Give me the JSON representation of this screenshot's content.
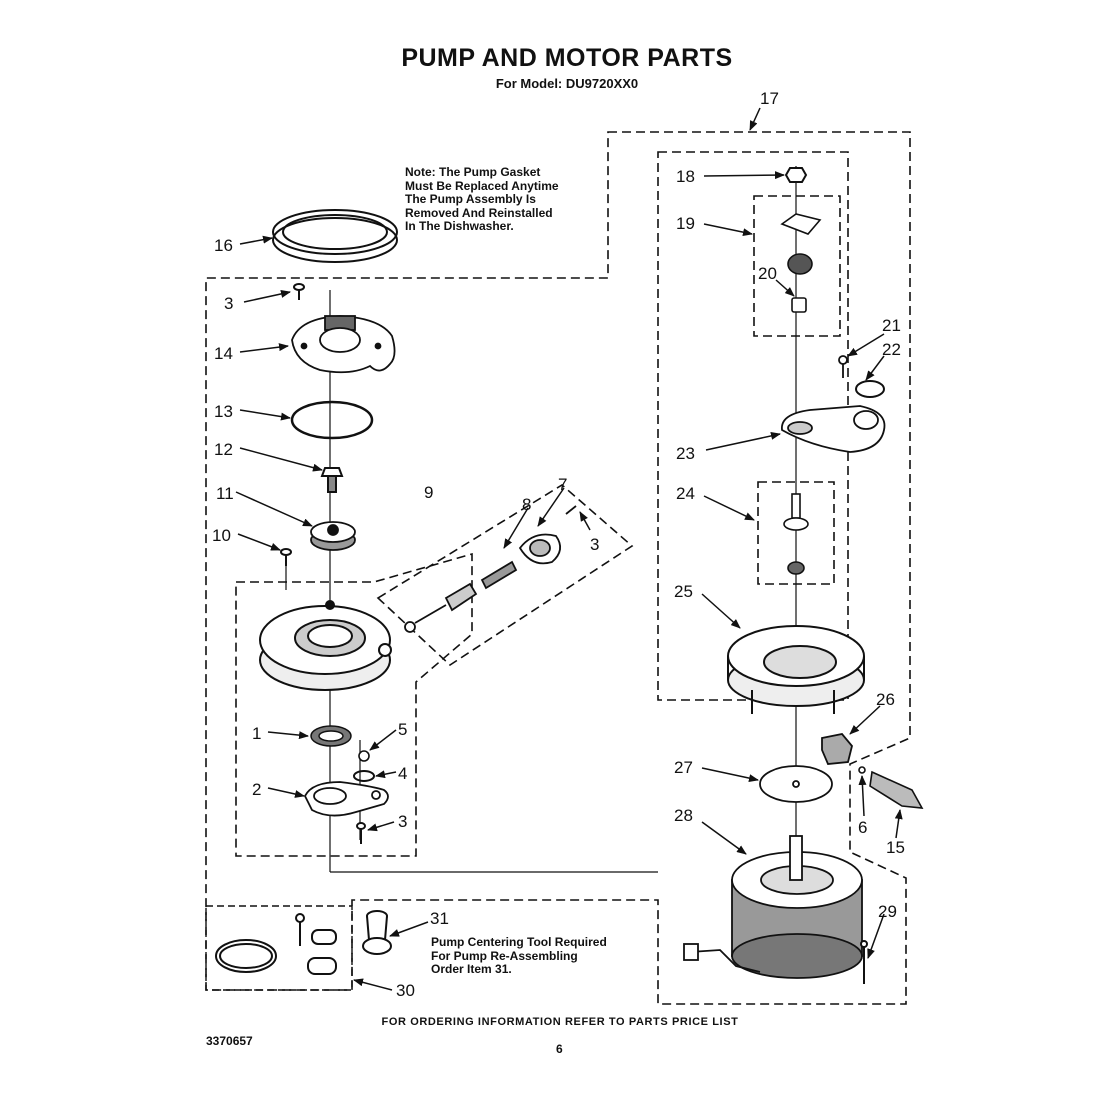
{
  "header": {
    "title": "PUMP AND MOTOR PARTS",
    "subtitle": "For Model: DU9720XX0"
  },
  "note": "Note: The Pump Gasket\nMust Be Replaced Anytime\nThe Pump Assembly Is\nRemoved And Reinstalled\nIn The Dishwasher.",
  "tool_note": "Pump Centering Tool Required\nFor Pump Re-Assembling\nOrder Item 31.",
  "footer": "FOR ORDERING INFORMATION REFER TO PARTS PRICE LIST",
  "doc_number": "3370657",
  "page_number": "6",
  "callouts": {
    "c1": "1",
    "c2": "2",
    "c3a": "3",
    "c3b": "3",
    "c3c": "3",
    "c4": "4",
    "c5": "5",
    "c6": "6",
    "c7": "7",
    "c8": "8",
    "c9": "9",
    "c10": "10",
    "c11": "11",
    "c12": "12",
    "c13": "13",
    "c14": "14",
    "c15": "15",
    "c16": "16",
    "c17": "17",
    "c18": "18",
    "c19": "19",
    "c20": "20",
    "c21": "21",
    "c22": "22",
    "c23": "23",
    "c24": "24",
    "c25": "25",
    "c26": "26",
    "c27": "27",
    "c28": "28",
    "c29": "29",
    "c30": "30",
    "c31": "31"
  }
}
